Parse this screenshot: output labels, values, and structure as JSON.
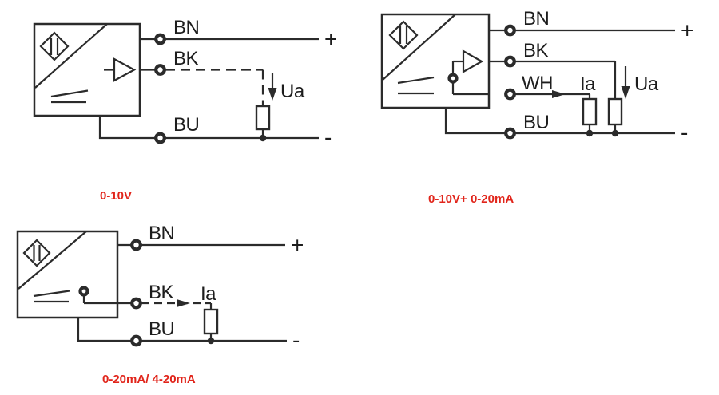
{
  "colors": {
    "line": "#2b2b2b",
    "label_text": "#1d1d1d",
    "caption_red": "#e1251b",
    "background": "#ffffff"
  },
  "diagrams": [
    {
      "caption": "0-10V",
      "wires": {
        "bn": "BN",
        "bk": "BK",
        "bu": "BU"
      },
      "polarity": {
        "plus": "+",
        "minus": "-"
      },
      "outputs": {
        "ua": "Ua"
      }
    },
    {
      "caption": "0-10V+ 0-20mA",
      "wires": {
        "bn": "BN",
        "bk": "BK",
        "wh": "WH",
        "bu": "BU"
      },
      "polarity": {
        "plus": "+",
        "minus": "-"
      },
      "outputs": {
        "ua": "Ua",
        "ia": "Ia"
      }
    },
    {
      "caption": "0-20mA/ 4-20mA",
      "wires": {
        "bn": "BN",
        "bk": "BK",
        "bu": "BU"
      },
      "polarity": {
        "plus": "+",
        "minus": "-"
      },
      "outputs": {
        "ia": "Ia"
      }
    }
  ]
}
